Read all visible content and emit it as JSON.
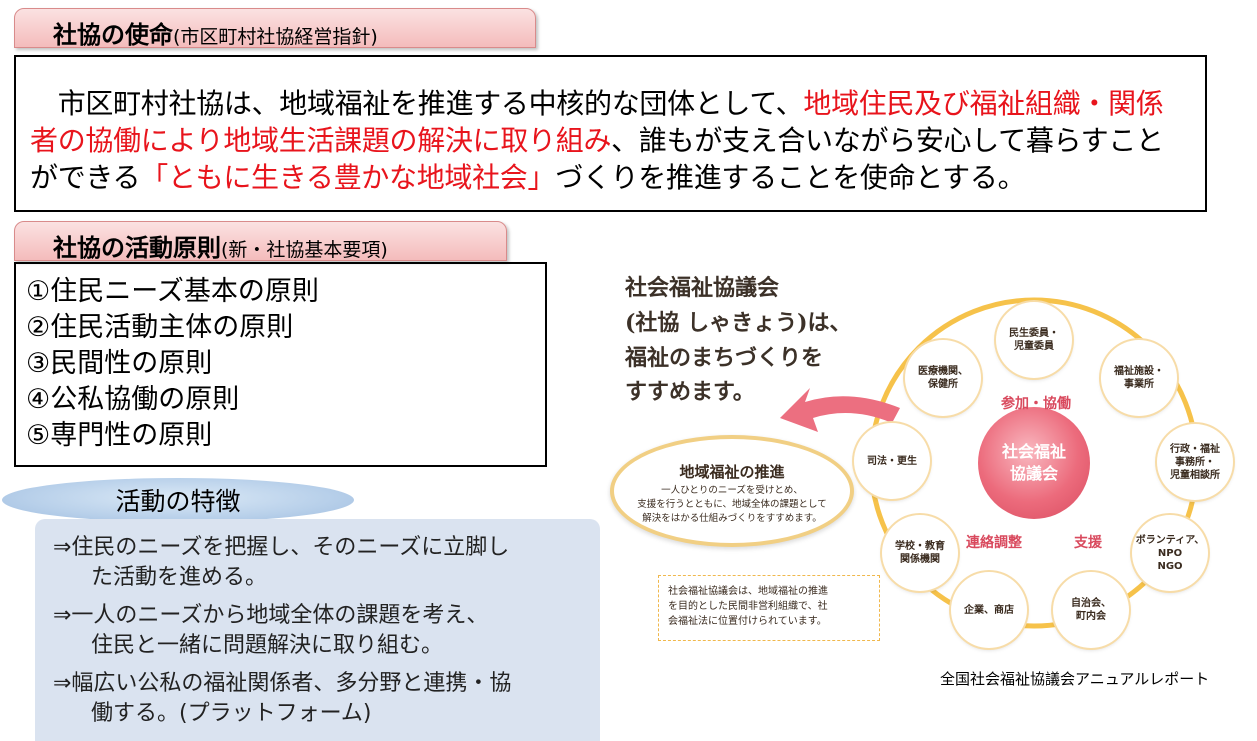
{
  "mission": {
    "title": "社協の使命",
    "subtitle": "(市区町村社協経営指針)",
    "text_1": "　市区町村社協は、地域福祉を推進する中核的な団体として、",
    "text_red_1": "地域住民及び福祉組織・関係者の協働により地域生活課題の解決に取り組み",
    "text_2": "、誰もが支え合いながら安心して暮らすことができる",
    "text_red_2": "「ともに生きる豊かな地域社会」",
    "text_3": "づくりを推進することを使命とする。"
  },
  "principles": {
    "title": "社協の活動原則",
    "subtitle": "(新・社協基本要項)",
    "items": [
      "①住民ニーズ基本の原則",
      "②住民活動主体の原則",
      "③民間性の原則",
      "④公私協働の原則",
      "⑤専門性の原則"
    ]
  },
  "features": {
    "title": "活動の特徴",
    "items": [
      {
        "line1": "⇒住民のニーズを把握し、そのニーズに立脚し",
        "line2": "た活動を進める。"
      },
      {
        "line1": "⇒一人のニーズから地域全体の課題を考え、",
        "line2": "住民と一緒に問題解決に取り組む。"
      },
      {
        "line1": "⇒幅広い公私の福祉関係者、多分野と連携・協",
        "line2": "働する。(プラットフォーム)"
      }
    ]
  },
  "illustration": {
    "heading": [
      "社会福祉協議会",
      "(社協 しゃきょう)は、",
      "福祉のまちづくりを",
      "すすめます。"
    ],
    "promo_title": "地域福祉の推進",
    "promo_body": [
      "一人ひとりのニーズを受けとめ、",
      "支援を行うとともに、地域全体の課題として",
      "解決をはかる仕組みづくりをすすめます。"
    ],
    "note": [
      "社会福祉協議会は、地域福祉の推進",
      "を目的とした民間非営利組織で、社",
      "会福祉法に位置付けられています。"
    ],
    "center_label": "社会福祉\n協議会",
    "ring_labels": [
      "参加・協働",
      "連絡調整",
      "支援"
    ],
    "nodes": [
      "民生委員・\n児童委員",
      "福祉施設・\n事業所",
      "行政・福祉\n事務所・\n児童相談所",
      "ボランティア、\nNPO\nNGO",
      "自治会、\n町内会",
      "企業、商店",
      "学校・教育\n関係機関",
      "司法・更生",
      "医療機関、\n保健所"
    ],
    "colors": {
      "ring": "#f6c24a",
      "center": "#e85a6e",
      "arrow": "#ec6f80",
      "accent_red": "#e8141c"
    }
  },
  "caption": "全国社会福祉協議会アニュアルレポート"
}
